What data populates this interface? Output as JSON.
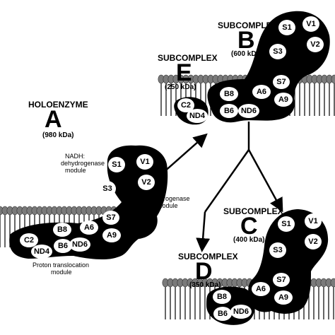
{
  "holoenzyme": {
    "title": "HOLOENZYME",
    "letter": "A",
    "mass": "(980 kDa)",
    "module_nadh": [
      "NADH:",
      "dehydrogenase",
      "module"
    ],
    "module_hydrogenase": [
      "Hydrogenase",
      "module"
    ],
    "module_proton": [
      "Proton translocation",
      "module"
    ],
    "subunits": [
      "S1",
      "V1",
      "S3",
      "V2",
      "S7",
      "B8",
      "A6",
      "A9",
      "C2",
      "ND4",
      "B6",
      "ND6"
    ]
  },
  "subcomplex_b": {
    "title": "SUBCOMPLEX",
    "letter": "B",
    "mass": "(600 kDa)",
    "subunits": [
      "S1",
      "V1",
      "S3",
      "V2",
      "S7",
      "B8",
      "A6",
      "A9",
      "B6",
      "ND6"
    ]
  },
  "subcomplex_e": {
    "title": "SUBCOMPLEX",
    "letter": "E",
    "mass": "(250 kDa)",
    "subunits": [
      "C2",
      "ND4"
    ]
  },
  "subcomplex_c": {
    "title": "SUBCOMPLEX",
    "letter": "C",
    "mass": "(400 kDa)",
    "subunits": [
      "S1",
      "V1",
      "S3",
      "V2",
      "S7",
      "A6",
      "A9"
    ]
  },
  "subcomplex_d": {
    "title": "SUBCOMPLEX",
    "letter": "D",
    "mass": "(350 kDa)",
    "subunits": [
      "B8",
      "B6",
      "ND6"
    ]
  },
  "colors": {
    "complex_fill": "#000000",
    "subunit_fill": "#ffffff",
    "membrane_head": "#7a7a7a",
    "background": "#ffffff"
  }
}
